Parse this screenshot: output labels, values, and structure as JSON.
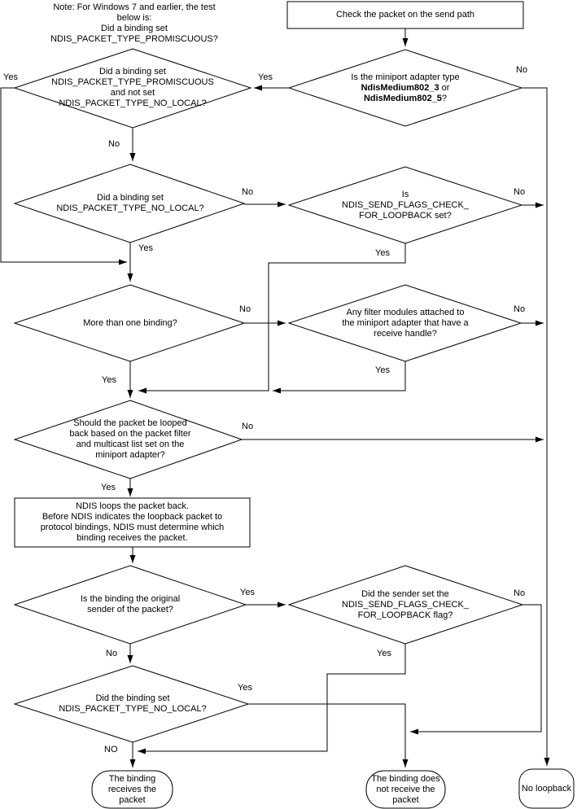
{
  "note": "Note: For Windows 7 and earlier, the test\nbelow is:\nDid a binding set\nNDIS_PACKET_TYPE_PROMISCUOUS?",
  "nodes": {
    "start": {
      "text": "Check the packet on the send path"
    },
    "medium": {
      "line1": "Is the miniport adapter type",
      "bold1": "NdisMedium802_3",
      "rest1": " or",
      "bold2": "NdisMedium802_5",
      "rest2": "?"
    },
    "promiscuous": {
      "text": "Did a binding set\nNDIS_PACKET_TYPE_PROMISCUOUS\nand not set\nNDIS_PACKET_TYPE_NO_LOCAL?"
    },
    "no_local": {
      "text": "Did a binding set\nNDIS_PACKET_TYPE_NO_LOCAL?"
    },
    "check_loopback": {
      "text": "Is\nNDIS_SEND_FLAGS_CHECK_\nFOR_LOOPBACK set?"
    },
    "multi_binding": {
      "text": "More than one binding?"
    },
    "filter_modules": {
      "text": "Any filter modules attached to\nthe miniport adapter that have a\nreceive handle?"
    },
    "looped_back": {
      "text": "Should the packet be looped\nback based on the packet filter\nand multicast list set on the\nminiport adapter?"
    },
    "ndis_loops": {
      "text": "NDIS loops the packet back.\nBefore NDIS indicates the loopback packet to\nprotocol bindings, NDIS must determine which\nbinding receives the packet."
    },
    "original_sender": {
      "text": "Is the binding the original\nsender of the packet?"
    },
    "sender_flag": {
      "text": "Did the sender set the\nNDIS_SEND_FLAGS_CHECK_\nFOR_LOOPBACK flag?"
    },
    "binding_no_local": {
      "text": "Did the binding set\nNDIS_PACKET_TYPE_NO_LOCAL?"
    },
    "receives": {
      "text": "The binding\nreceives the\npacket"
    },
    "not_receive": {
      "text": "The binding does\nnot receive the\npacket"
    },
    "no_loopback": {
      "text": "No loopback"
    }
  },
  "edge_labels": {
    "medium_yes": "Yes",
    "medium_no": "No",
    "promiscuous_yes": "Yes",
    "promiscuous_no": "No",
    "no_local_no": "No",
    "no_local_yes": "Yes",
    "check_loopback_no": "No",
    "check_loopback_yes": "Yes",
    "multi_binding_no": "No",
    "multi_binding_yes": "Yes",
    "filter_modules_no": "No",
    "filter_modules_yes": "Yes",
    "looped_back_no": "No",
    "looped_back_yes": "Yes",
    "original_sender_yes": "Yes",
    "original_sender_no": "No",
    "sender_flag_no": "No",
    "sender_flag_yes": "Yes",
    "binding_no_local_yes": "Yes",
    "binding_no_local_no": "NO"
  },
  "colors": {
    "line": "#000000",
    "text": "#000000",
    "background": "#ffffff"
  }
}
